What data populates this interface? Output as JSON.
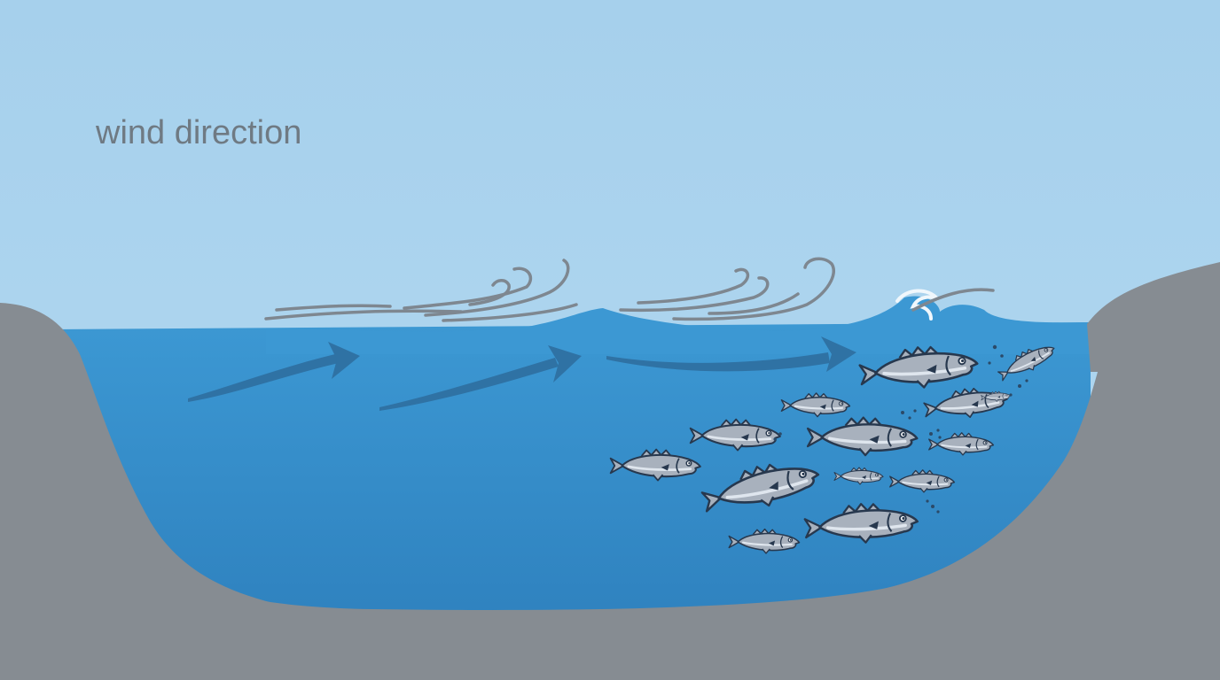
{
  "labels": {
    "wind_direction": "wind direction"
  },
  "colors": {
    "sky": "#a8d2ee",
    "water": "#3a93cf",
    "water_deep": "#3184bf",
    "land": "#868c92",
    "land_dark": "#7d8389",
    "wind_arrow": "#7e8790",
    "current_arrow": "#2f72a4",
    "fish_body": "#a8b1bd",
    "fish_outline": "#27384e"
  },
  "icons": {
    "wind": "wind-arrow-icon",
    "current": "current-arrow-icon",
    "fish": "fish-icon"
  },
  "counts": {
    "wind_arrows": 4,
    "current_arrows": 3,
    "fish": 14
  }
}
